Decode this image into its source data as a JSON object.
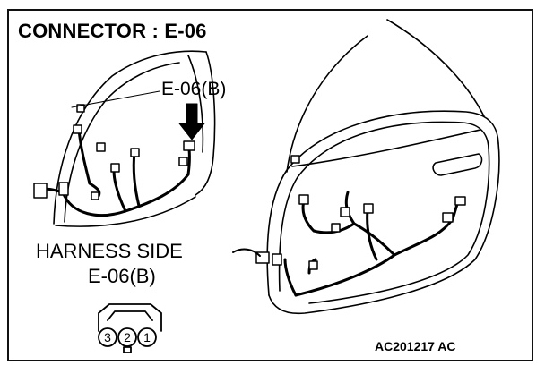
{
  "title": "CONNECTOR : E-06",
  "callout_label": "E-06(B)",
  "harness_side_label": "HARNESS SIDE",
  "harness_connector": "E-06(B)",
  "pins": [
    "3",
    "2",
    "1"
  ],
  "figure_code": "AC201217 AC"
}
